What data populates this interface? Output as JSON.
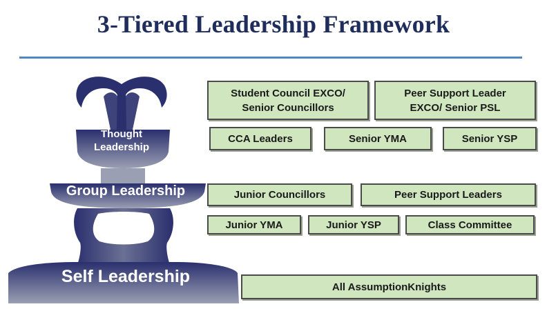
{
  "title": "3-Tiered Leadership Framework",
  "tiers": {
    "thought": "Thought\nLeadership",
    "group": "Group Leadership",
    "self": "Self Leadership"
  },
  "boxes": {
    "student_council_exco": "Student Council EXCO/\nSenior Councillors",
    "peer_support_exco": "Peer Support Leader\nEXCO/ Senior PSL",
    "cca_leaders": "CCA Leaders",
    "senior_yma": "Senior YMA",
    "senior_ysp": "Senior YSP",
    "junior_councillors": "Junior Councillors",
    "peer_support_leaders": "Peer Support Leaders",
    "junior_yma": "Junior YMA",
    "junior_ysp": "Junior YSP",
    "class_committee": "Class Committee",
    "all_assumption_knights": "All AssumptionKnights"
  },
  "colors": {
    "title": "#1f2d5c",
    "rule": "#4f87c3",
    "box_fill": "#cfe6bf",
    "fountain_dark": "#2a2f6e",
    "fountain_light": "#8a8fa6"
  }
}
